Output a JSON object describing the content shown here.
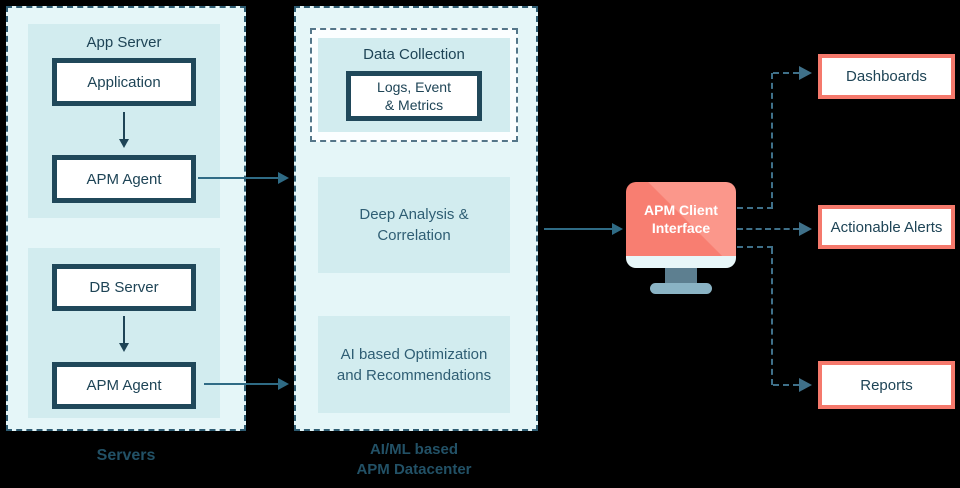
{
  "servers_group": {
    "label": "Servers",
    "app_server": {
      "title": "App Server",
      "application": "Application",
      "apm_agent": "APM Agent"
    },
    "db_server": {
      "db_server_box": "DB Server",
      "apm_agent": "APM Agent"
    }
  },
  "datacenter_group": {
    "label_line1": "AI/ML based",
    "label_line2": "APM Datacenter",
    "data_collection": {
      "title": "Data Collection",
      "logs_line1": "Logs, Event",
      "logs_line2": "& Metrics"
    },
    "deep_analysis": {
      "line1": "Deep Analysis &",
      "line2": "Correlation"
    },
    "ai_optimization": {
      "line1": "AI based Optimization",
      "line2": "and Recommendations"
    }
  },
  "client": {
    "line1": "APM Client",
    "line2": "Interface"
  },
  "outputs": {
    "dashboards": "Dashboards",
    "alerts": "Actionable Alerts",
    "reports": "Reports"
  },
  "colors": {
    "coral": "#f5796c",
    "coral_screen": "#f87e71",
    "coral_shine": "#fb978b",
    "navy_text": "#1e4456",
    "box_border": "#20485a",
    "panel_bg": "#e5f6f8",
    "block_bg": "#d2ecef",
    "dashed_border": "#2e5c72",
    "solid_arrow": "#2f6b85",
    "dashed_connector": "#3f7089",
    "stand_neck": "#5d7f90",
    "stand_base": "#8ab3c4",
    "bezel": "#e8f7f9",
    "background": "#000000"
  }
}
